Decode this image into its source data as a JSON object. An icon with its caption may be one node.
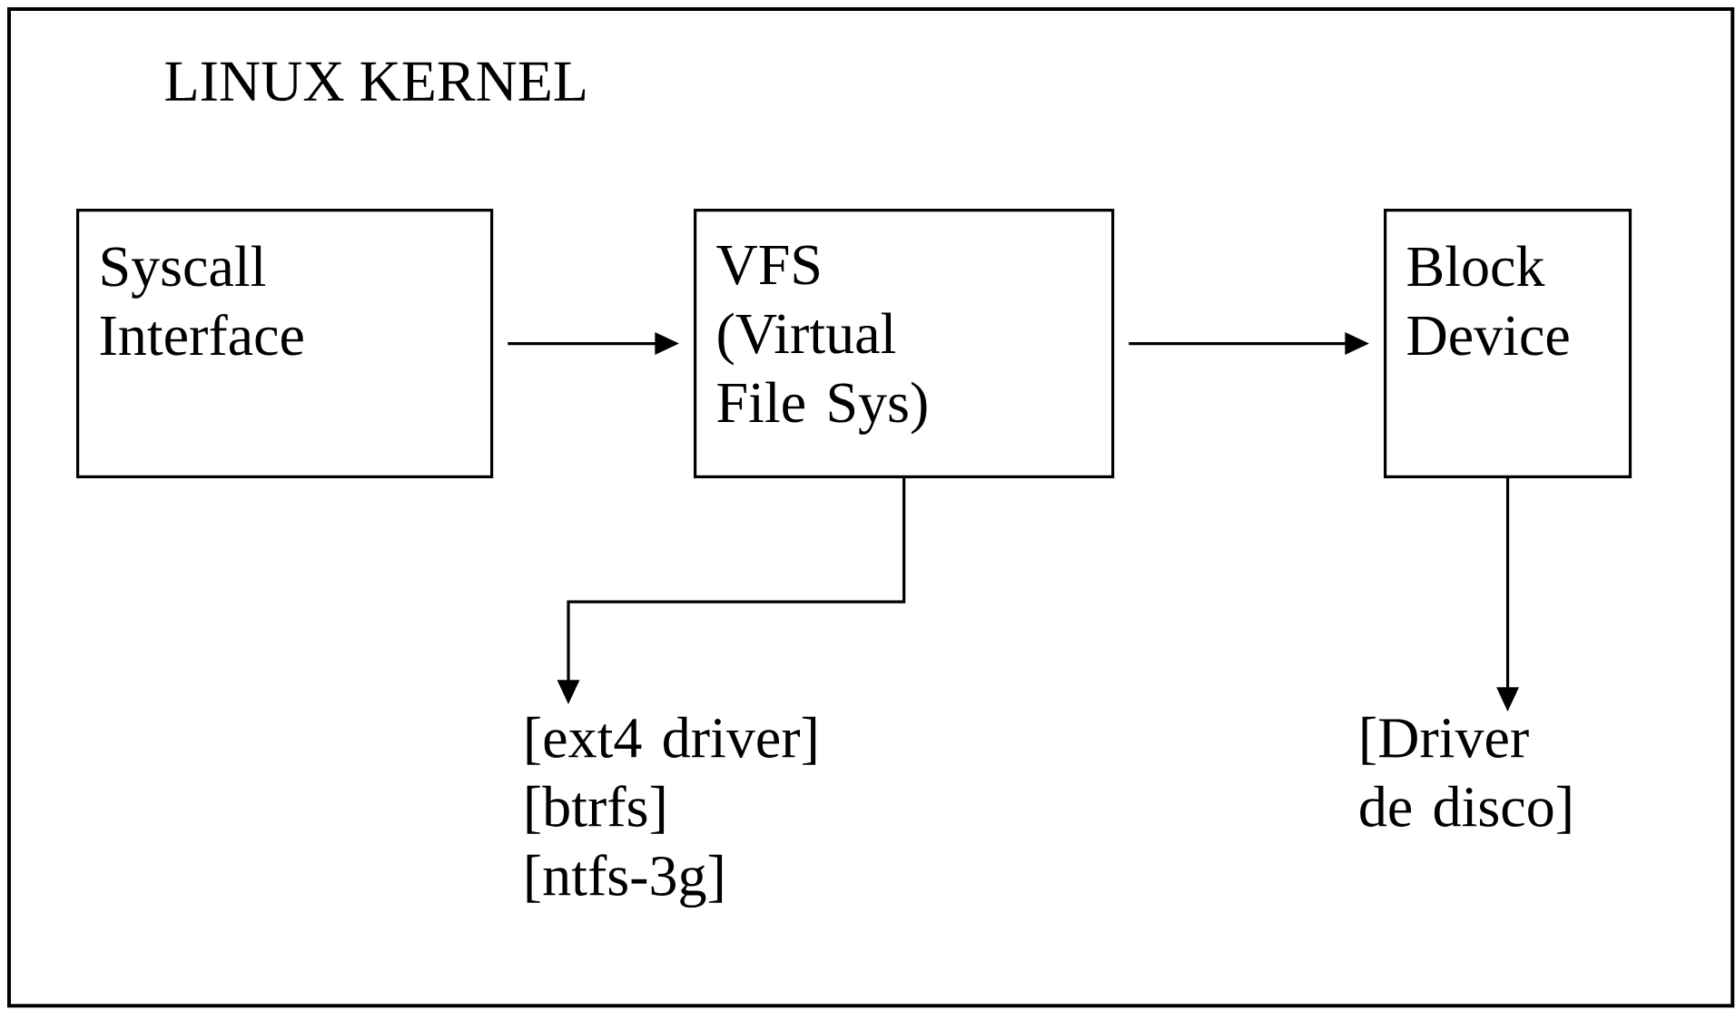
{
  "diagram": {
    "nodes": [
      {
        "text": [
          "LINUX KERNEL"
        ]
      },
      {
        "text": [
          "Syscall Interface"
        ],
        "in": 0
      },
      {
        "text": [
          "VFS (Virtual File Sys)"
        ],
        "in": 0
      },
      {
        "text": [
          "Block Device"
        ],
        "in": 0
      },
      {
        "text": [
          "[ext4 driver]",
          "[btrfs]",
          "[ntfs-3g]"
        ],
        "in": 0
      },
      {
        "text": [
          "[Driver de disco]"
        ],
        "in": 0
      }
    ],
    "edges": [
      {
        "from": 1,
        "to": 2,
        "arrow": "to"
      },
      {
        "from": 2,
        "to": 3,
        "arrow": "to"
      },
      {
        "from": 2,
        "to": 4,
        "arrow": "to"
      },
      {
        "from": 3,
        "to": 5,
        "arrow": "to"
      }
    ]
  }
}
